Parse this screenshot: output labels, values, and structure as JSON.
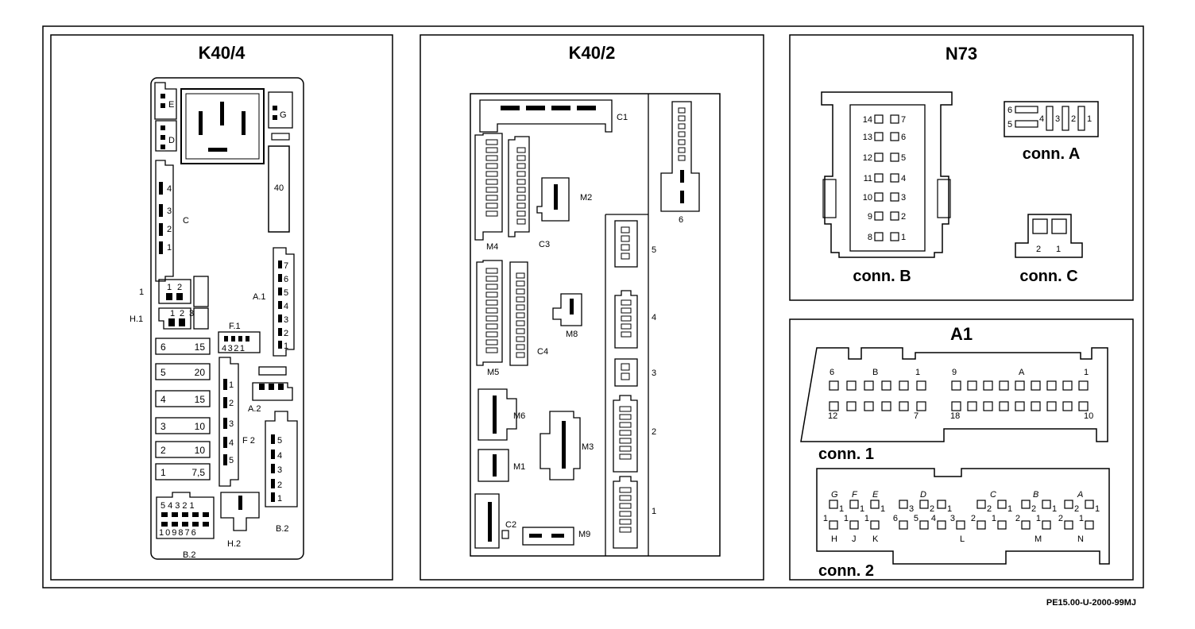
{
  "doc_ref": "PE15.00-U-2000-99MJ",
  "k40_4": {
    "title": "K40/4",
    "labels": {
      "E": "E",
      "D": "D",
      "G": "G",
      "C": "C",
      "relay40": "40",
      "A1": "A.1",
      "F1": "F.1",
      "A2": "A.2",
      "F2": "F 2",
      "B2_right": "B.2",
      "B2_bottom": "B.2",
      "H2": "H.2",
      "I": "1",
      "H1": "H.1"
    },
    "c_pins": [
      "4",
      "3",
      "2",
      "1"
    ],
    "a1_pins": [
      "7",
      "6",
      "5",
      "4",
      "3",
      "2",
      "1"
    ],
    "i_pins": [
      "1",
      "2"
    ],
    "h1_pins": [
      "1",
      "2",
      "3"
    ],
    "f1_pins": "4321",
    "f2_pins": [
      "1",
      "2",
      "3",
      "4",
      "5"
    ],
    "b2r_pins": [
      "5",
      "4",
      "3",
      "2",
      "1"
    ],
    "b2b_top": "54321",
    "b2b_bottom": "109876",
    "fuses": [
      {
        "num": "6",
        "amp": "15"
      },
      {
        "num": "5",
        "amp": "20"
      },
      {
        "num": "4",
        "amp": "15"
      },
      {
        "num": "3",
        "amp": "10"
      },
      {
        "num": "2",
        "amp": "10"
      },
      {
        "num": "1",
        "amp": "7,5"
      }
    ]
  },
  "k40_2": {
    "title": "K40/2",
    "labels": {
      "C1": "C1",
      "C2": "C2",
      "C3": "C3",
      "C4": "C4",
      "M1": "M1",
      "M2": "M2",
      "M3": "M3",
      "M4": "M4",
      "M5": "M5",
      "M6": "M6",
      "M8": "M8",
      "M9": "M9",
      "s6": "6",
      "s5": "5",
      "s4": "4",
      "s3": "3",
      "s2": "2",
      "s1": "1"
    }
  },
  "n73": {
    "title": "N73",
    "conn_a": "conn. A",
    "conn_b": "conn. B",
    "conn_c": "conn. C",
    "b_left": [
      "14",
      "13",
      "12",
      "11",
      "10",
      "9",
      "8"
    ],
    "b_right": [
      "7",
      "6",
      "5",
      "4",
      "3",
      "2",
      "1"
    ],
    "a_left": [
      "6",
      "5"
    ],
    "a_right": [
      "4",
      "3",
      "2",
      "1"
    ],
    "c_pins": [
      "2",
      "1"
    ]
  },
  "a1": {
    "title": "A1",
    "conn1": "conn. 1",
    "conn2": "conn. 2",
    "c1_labels": {
      "six": "6",
      "B": "B",
      "one_l": "1",
      "nine": "9",
      "A": "A",
      "one_r": "1",
      "twelve": "12",
      "seven": "7",
      "eighteen": "18",
      "ten": "10"
    },
    "c2_top": [
      "G",
      "F",
      "E",
      "D",
      "C",
      "B",
      "A"
    ],
    "c2_bottom": [
      "H",
      "J",
      "K",
      "L",
      "M",
      "N"
    ],
    "c2_row1": [
      "1",
      "1",
      "1",
      "3",
      "2",
      "1",
      "2",
      "1",
      "2",
      "1",
      "2",
      "1"
    ],
    "c2_row2": [
      "1",
      "1",
      "1",
      "6",
      "5",
      "4",
      "3",
      "2",
      "1",
      "2",
      "1",
      "2",
      "1"
    ]
  }
}
